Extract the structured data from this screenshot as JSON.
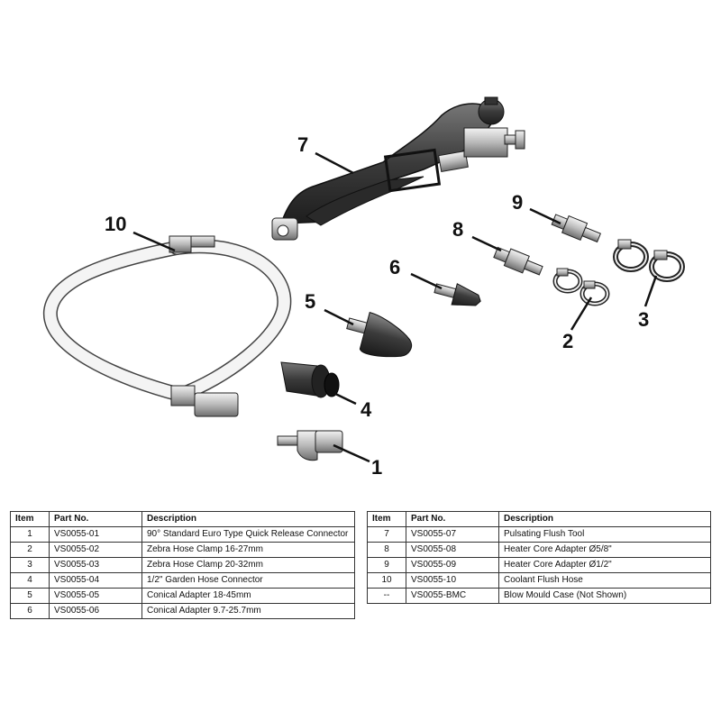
{
  "diagram": {
    "callouts": [
      "1",
      "2",
      "3",
      "4",
      "5",
      "6",
      "7",
      "8",
      "9",
      "10"
    ]
  },
  "table_left": {
    "headers": [
      "Item",
      "Part No.",
      "Description"
    ],
    "rows": [
      {
        "item": "1",
        "part": "VS0055-01",
        "desc": "90° Standard Euro Type Quick Release Connector"
      },
      {
        "item": "2",
        "part": "VS0055-02",
        "desc": "Zebra Hose Clamp 16-27mm"
      },
      {
        "item": "3",
        "part": "VS0055-03",
        "desc": "Zebra Hose Clamp 20-32mm"
      },
      {
        "item": "4",
        "part": "VS0055-04",
        "desc": "1/2\" Garden Hose Connector"
      },
      {
        "item": "5",
        "part": "VS0055-05",
        "desc": "Conical Adapter 18-45mm"
      },
      {
        "item": "6",
        "part": "VS0055-06",
        "desc": "Conical Adapter 9.7-25.7mm"
      }
    ]
  },
  "table_right": {
    "headers": [
      "Item",
      "Part No.",
      "Description"
    ],
    "rows": [
      {
        "item": "7",
        "part": "VS0055-07",
        "desc": "Pulsating Flush Tool"
      },
      {
        "item": "8",
        "part": "VS0055-08",
        "desc": "Heater Core Adapter Ø5/8\""
      },
      {
        "item": "9",
        "part": "VS0055-09",
        "desc": "Heater Core Adapter Ø1/2\""
      },
      {
        "item": "10",
        "part": "VS0055-10",
        "desc": "Coolant Flush Hose"
      },
      {
        "item": "--",
        "part": "VS0055-BMC",
        "desc": "Blow Mould Case (Not Shown)"
      }
    ]
  }
}
